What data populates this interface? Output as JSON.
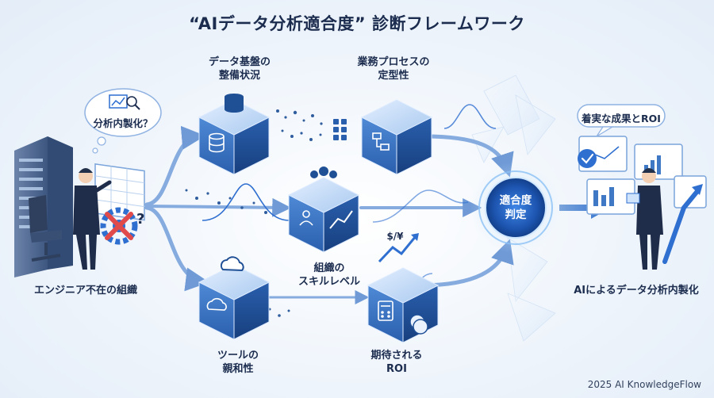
{
  "title": "“AIデータ分析適合度” 診断フレームワーク",
  "left_person": {
    "thought_bubble": "分析内製化？",
    "caption": "エンジニア不在の組織"
  },
  "nodes": {
    "data_infra": [
      "データ基盤の",
      "整備状況"
    ],
    "business_process": [
      "業務プロセスの",
      "定型性"
    ],
    "org_skill": [
      "組織の",
      "スキルレベル"
    ],
    "tool_affinity": [
      "ツールの",
      "親和性"
    ],
    "expected_roi": [
      "期待される",
      "ROI"
    ]
  },
  "hub": [
    "適合度",
    "判定"
  ],
  "right_person": {
    "speech_bubble": "着実な成果とROI",
    "caption": "AIによるデータ分析内製化"
  },
  "roi_symbol": "$/¥",
  "footer": "2025 AI KnowledgeFlow",
  "colors": {
    "navy": "#1b2c4e",
    "cube_dark": "#1f4f95",
    "cube_mid": "#3f79c6",
    "cube_light": "#a9c9ef",
    "accent": "#2f6fd0",
    "arrow": "#7aa4da"
  }
}
